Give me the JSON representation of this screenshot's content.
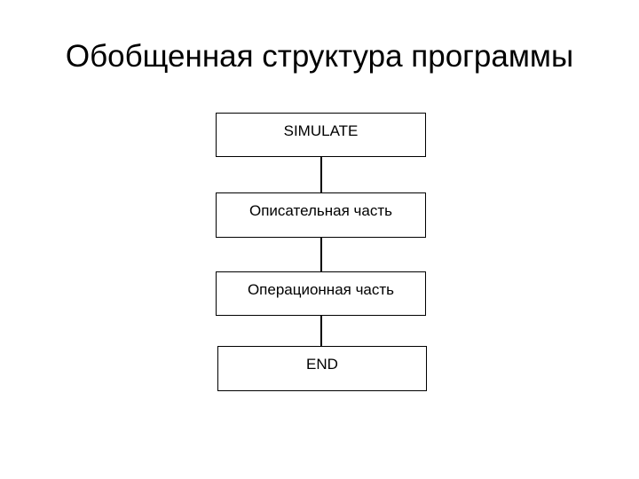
{
  "title": "Обобщенная структура программы",
  "flowchart": {
    "blocks": [
      "SIMULATE",
      "Описательная часть",
      "Операционная часть",
      "END"
    ]
  }
}
